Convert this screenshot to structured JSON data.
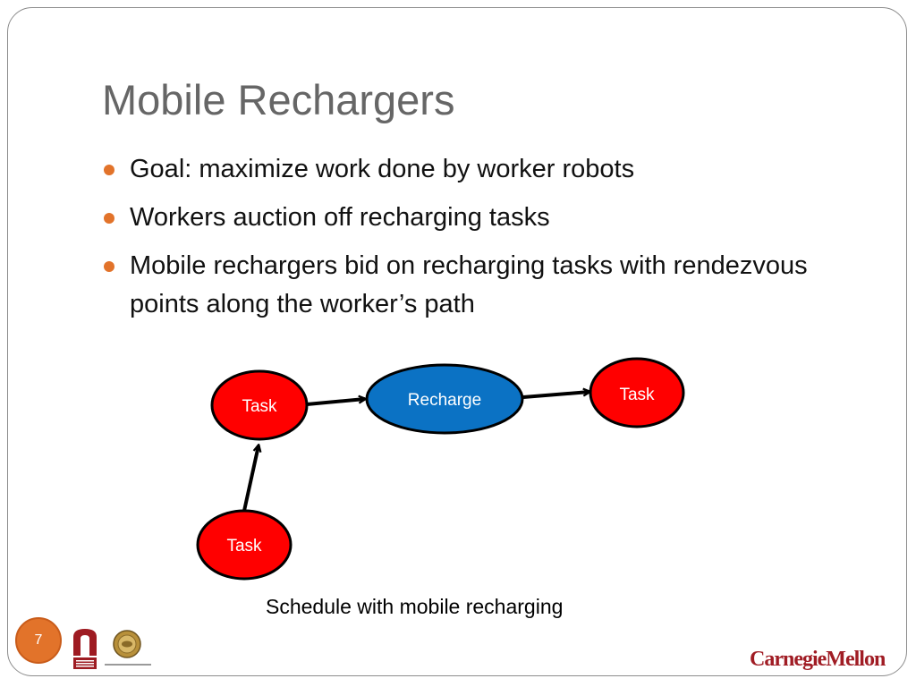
{
  "slide": {
    "title": "Mobile Rechargers",
    "page_number": "7",
    "bullets": [
      "Goal: maximize work done by worker robots",
      "Workers auction off recharging tasks",
      "Mobile rechargers bid on recharging tasks with rendezvous points along the worker’s path"
    ],
    "bullet_color": "#e2732a"
  },
  "diagram": {
    "nodes": {
      "task_left": "Task",
      "recharge": "Recharge",
      "task_right": "Task",
      "task_bottom": "Task"
    },
    "task_fill": "#ff0000",
    "recharge_fill": "#0b72c4",
    "caption": "Schedule with mobile recharging"
  },
  "footer": {
    "logos": [
      "THE ROBOTICS INSTITUTE",
      "rEconomics Laboratory"
    ],
    "cmu_wordmark": "CarnegieMellon"
  }
}
